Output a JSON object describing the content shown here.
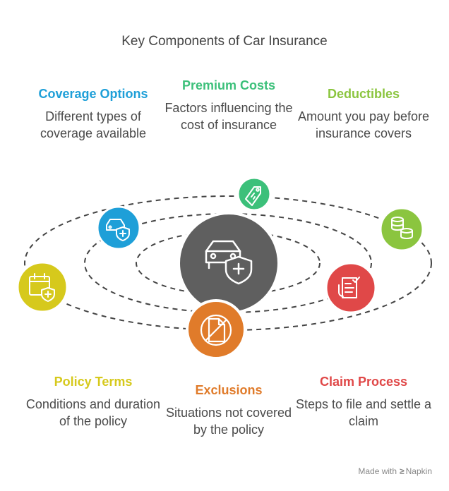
{
  "title": "Key Components of Car Insurance",
  "components": [
    {
      "id": "coverage",
      "heading": "Coverage Options",
      "description": "Different types of coverage available",
      "color": "#1E9FD8",
      "icon": "car-shield-icon"
    },
    {
      "id": "premium",
      "heading": "Premium Costs",
      "description": "Factors influencing the cost of insurance",
      "color": "#3CC07A",
      "icon": "price-tag-icon"
    },
    {
      "id": "deductibles",
      "heading": "Deductibles",
      "description": "Amount you pay before insurance covers",
      "color": "#8BC53F",
      "icon": "coins-stack-icon"
    },
    {
      "id": "policy",
      "heading": "Policy Terms",
      "description": "Conditions and duration of the policy",
      "color": "#D6C91C",
      "icon": "calendar-shield-icon"
    },
    {
      "id": "exclusions",
      "heading": "Exclusions",
      "description": "Situations not covered by the policy",
      "color": "#E07B2A",
      "icon": "no-document-icon"
    },
    {
      "id": "claim",
      "heading": "Claim Process",
      "description": "Steps to file and settle a claim",
      "color": "#E04848",
      "icon": "claim-form-icon"
    }
  ],
  "center": {
    "icon": "car-shield-icon",
    "color": "#5F5F5F"
  },
  "footer": {
    "made_with": "Made with",
    "brand": "Napkin"
  }
}
